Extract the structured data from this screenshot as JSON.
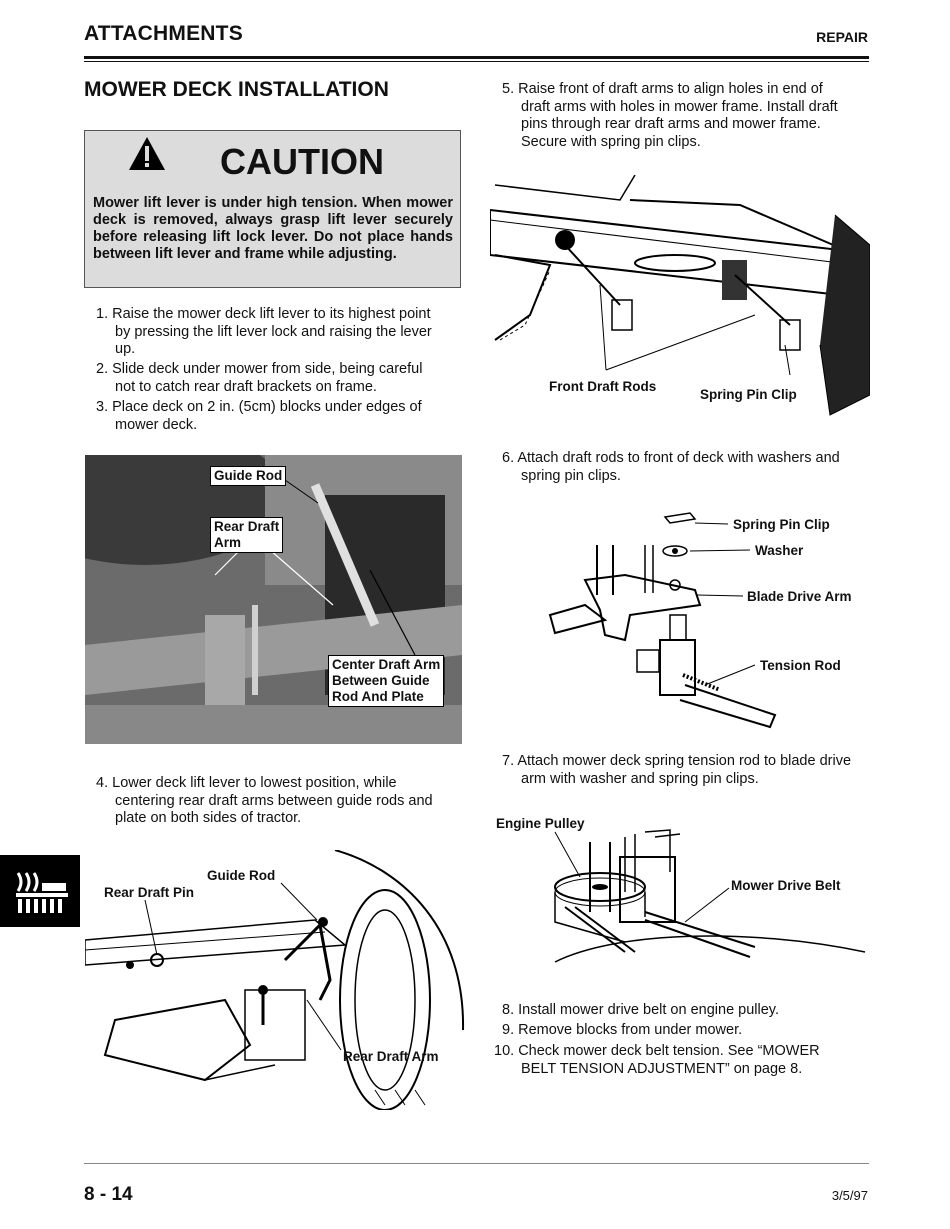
{
  "header": {
    "section": "ATTACHMENTS",
    "chapter": "REPAIR"
  },
  "title": "MOWER DECK INSTALLATION",
  "caution": {
    "heading": "CAUTION",
    "text": "Mower lift lever is under high tension. When mower deck is removed, always grasp lift lever securely before releasing lift lock lever. Do not place hands between lift lever and frame while adjusting."
  },
  "steps": [
    {
      "n": "1.",
      "lines": [
        "Raise the mower deck lift lever to its highest point",
        "by pressing the lift lever lock and raising the lever",
        "up."
      ]
    },
    {
      "n": "2.",
      "lines": [
        "Slide deck under mower from side, being careful",
        "not to catch rear draft brackets on frame."
      ]
    },
    {
      "n": "3.",
      "lines": [
        "Place deck on 2 in. (5cm) blocks under edges of",
        "mower deck."
      ]
    },
    {
      "n": "4.",
      "lines": [
        "Lower deck lift lever to lowest position, while",
        "centering rear draft arms between guide rods and",
        "plate on both sides of tractor."
      ]
    },
    {
      "n": "5.",
      "lines": [
        "Raise front of draft arms to align holes in end of",
        "draft arms with holes in mower frame. Install draft",
        "pins through rear draft arms and mower frame.",
        "Secure with spring pin clips."
      ]
    },
    {
      "n": "6.",
      "lines": [
        "Attach draft rods to front of deck with washers and",
        "spring pin clips."
      ]
    },
    {
      "n": "7.",
      "lines": [
        "Attach mower deck spring tension rod to blade drive",
        "arm with washer and spring pin clips."
      ]
    },
    {
      "n": "8.",
      "lines": [
        "Install mower drive belt on engine pulley."
      ]
    },
    {
      "n": "9.",
      "lines": [
        "Remove blocks from under mower."
      ]
    },
    {
      "n": "10.",
      "lines": [
        "Check mower deck belt tension. See “MOWER",
        "BELT TENSION ADJUSTMENT” on page 8."
      ]
    }
  ],
  "fig1": {
    "guide_rod": "Guide Rod",
    "rear_draft_arm": [
      "Rear Draft",
      "Arm"
    ],
    "center_draft_arm": [
      "Center Draft Arm",
      "Between Guide",
      "Rod And Plate"
    ]
  },
  "fig2": {
    "guide_rod": "Guide Rod",
    "rear_draft_pin": "Rear Draft Pin",
    "rear_draft_arm": "Rear Draft Arm"
  },
  "fig3": {
    "front_draft_rods": "Front Draft Rods",
    "spring_pin_clip": "Spring Pin Clip"
  },
  "fig4": {
    "spring_pin_clip": "Spring Pin Clip",
    "washer": "Washer",
    "blade_drive_arm": "Blade Drive Arm",
    "tension_rod": "Tension Rod"
  },
  "fig5": {
    "engine_pulley": "Engine Pulley",
    "mower_drive_belt": "Mower Drive Belt"
  },
  "footer": {
    "page": "8 - 14",
    "date": "3/5/97"
  }
}
